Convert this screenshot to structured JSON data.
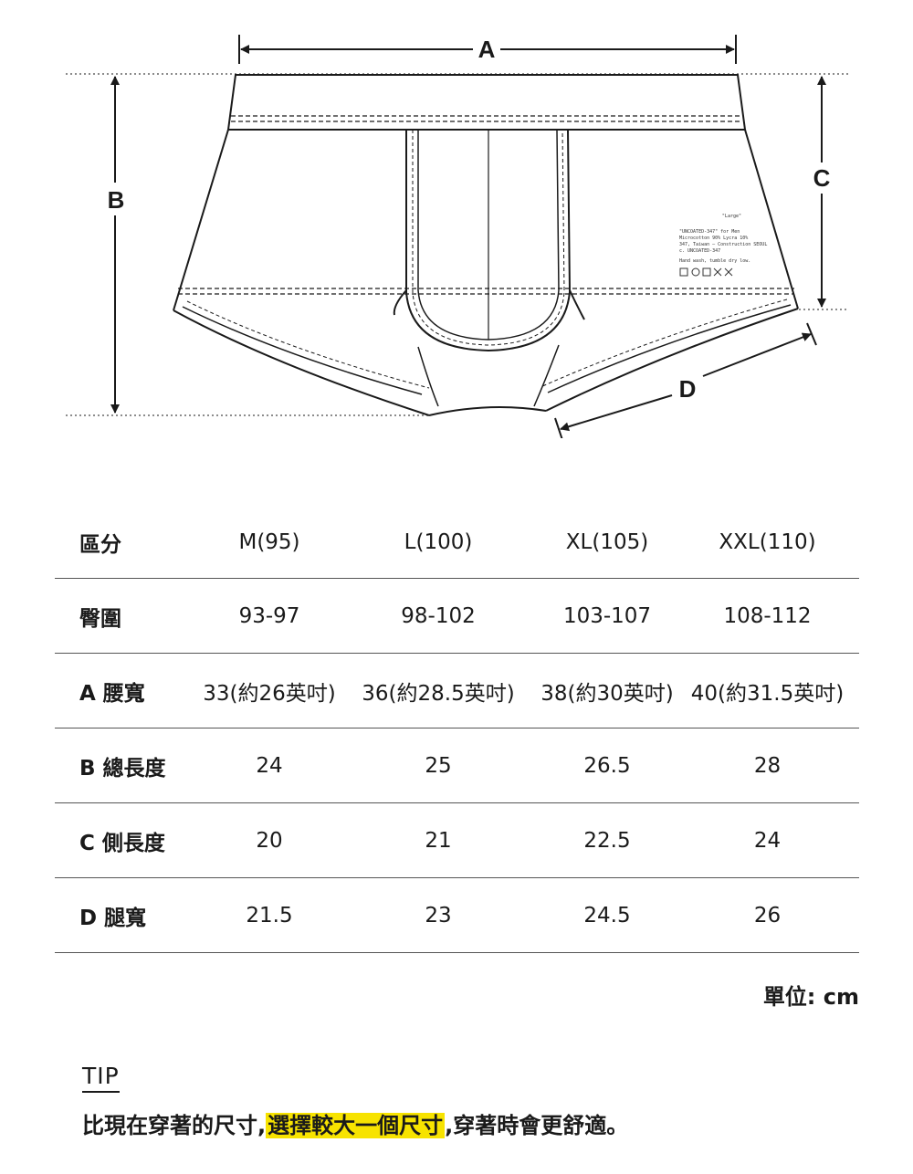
{
  "diagram": {
    "dimension_labels": [
      "A",
      "B",
      "C",
      "D"
    ],
    "tag_lines": [
      "\"Large\"",
      "\"UNCOATED-347\" for Men",
      "Microcotton 90% Lycra 10%",
      "347, Taiwan — Construction SEOUL",
      "c. UNCOATED-347",
      "Hand wash, tumble dry low."
    ]
  },
  "size_table": {
    "header": [
      "區分",
      "M(95)",
      "L(100)",
      "XL(105)",
      "XXL(110)"
    ],
    "rows": [
      [
        "臀圍",
        "93-97",
        "98-102",
        "103-107",
        "108-112"
      ],
      [
        "A 腰寬",
        "33(約26英吋)",
        "36(約28.5英吋)",
        "38(約30英吋)",
        "40(約31.5英吋)"
      ],
      [
        "B 總長度",
        "24",
        "25",
        "26.5",
        "28"
      ],
      [
        "C 側長度",
        "20",
        "21",
        "22.5",
        "24"
      ],
      [
        "D 腿寬",
        "21.5",
        "23",
        "24.5",
        "26"
      ]
    ]
  },
  "unit_note": "單位: cm",
  "tip": {
    "heading": "TIP",
    "before": "比現在穿著的尺寸,",
    "highlight": "選擇較大一個尺寸",
    "after": ",穿著時會更舒適。"
  },
  "colors": {
    "highlight": "#f7e300",
    "line": "#1a1a1a",
    "rule": "#555555"
  }
}
